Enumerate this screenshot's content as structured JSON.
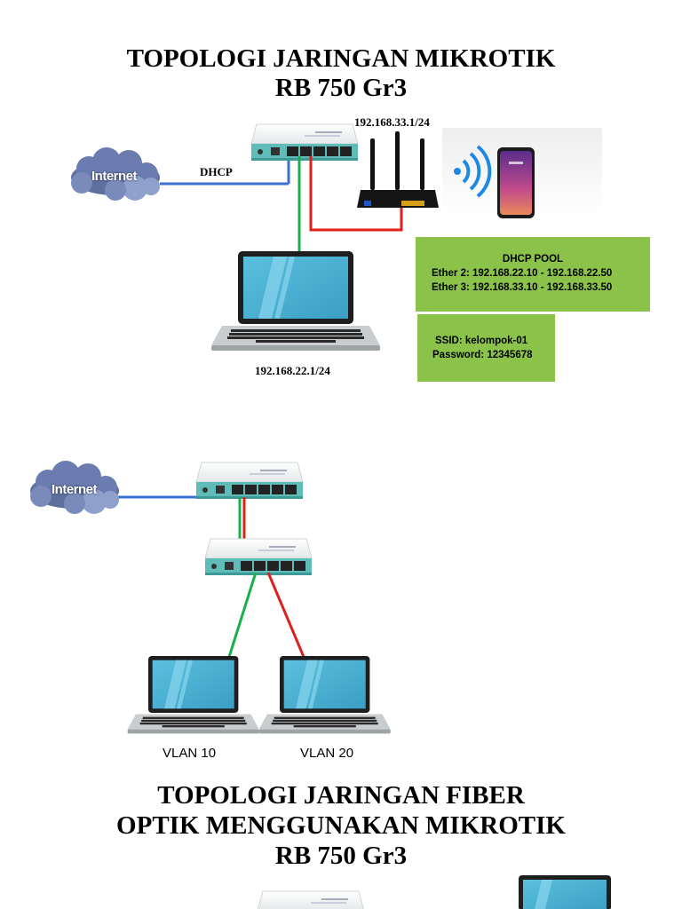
{
  "titles": {
    "mikrotik_line1": "TOPOLOGI JARINGAN MIKROTIK",
    "mikrotik_line2": "RB 750 Gr3",
    "fiber_line1": "TOPOLOGI JARINGAN FIBER",
    "fiber_line2": "OPTIK MENGGUNAKAN MIKROTIK",
    "fiber_line3": "RB 750 Gr3"
  },
  "diagram1": {
    "cloud_label": "Internet",
    "link_label": "DHCP",
    "router_ip": "192.168.33.1/24",
    "laptop_ip": "192.168.22.1/24",
    "dhcp_pool": {
      "heading": "DHCP POOL",
      "ether2": "Ether 2: 192.168.22.10 - 192.168.22.50",
      "ether3": "Ether 3: 192.168.33.10 - 192.168.33.50"
    },
    "wifi": {
      "ssid": "SSID: kelompok-01",
      "password": "Password: 12345678"
    },
    "colors": {
      "uplink": "#3b6fd1",
      "ether2": "#19b04b",
      "ether3": "#e0201b",
      "box": "#8bc34a"
    }
  },
  "diagram2": {
    "cloud_label": "Internet",
    "vlan_left": "VLAN 10",
    "vlan_right": "VLAN 20"
  },
  "diagram3": {}
}
